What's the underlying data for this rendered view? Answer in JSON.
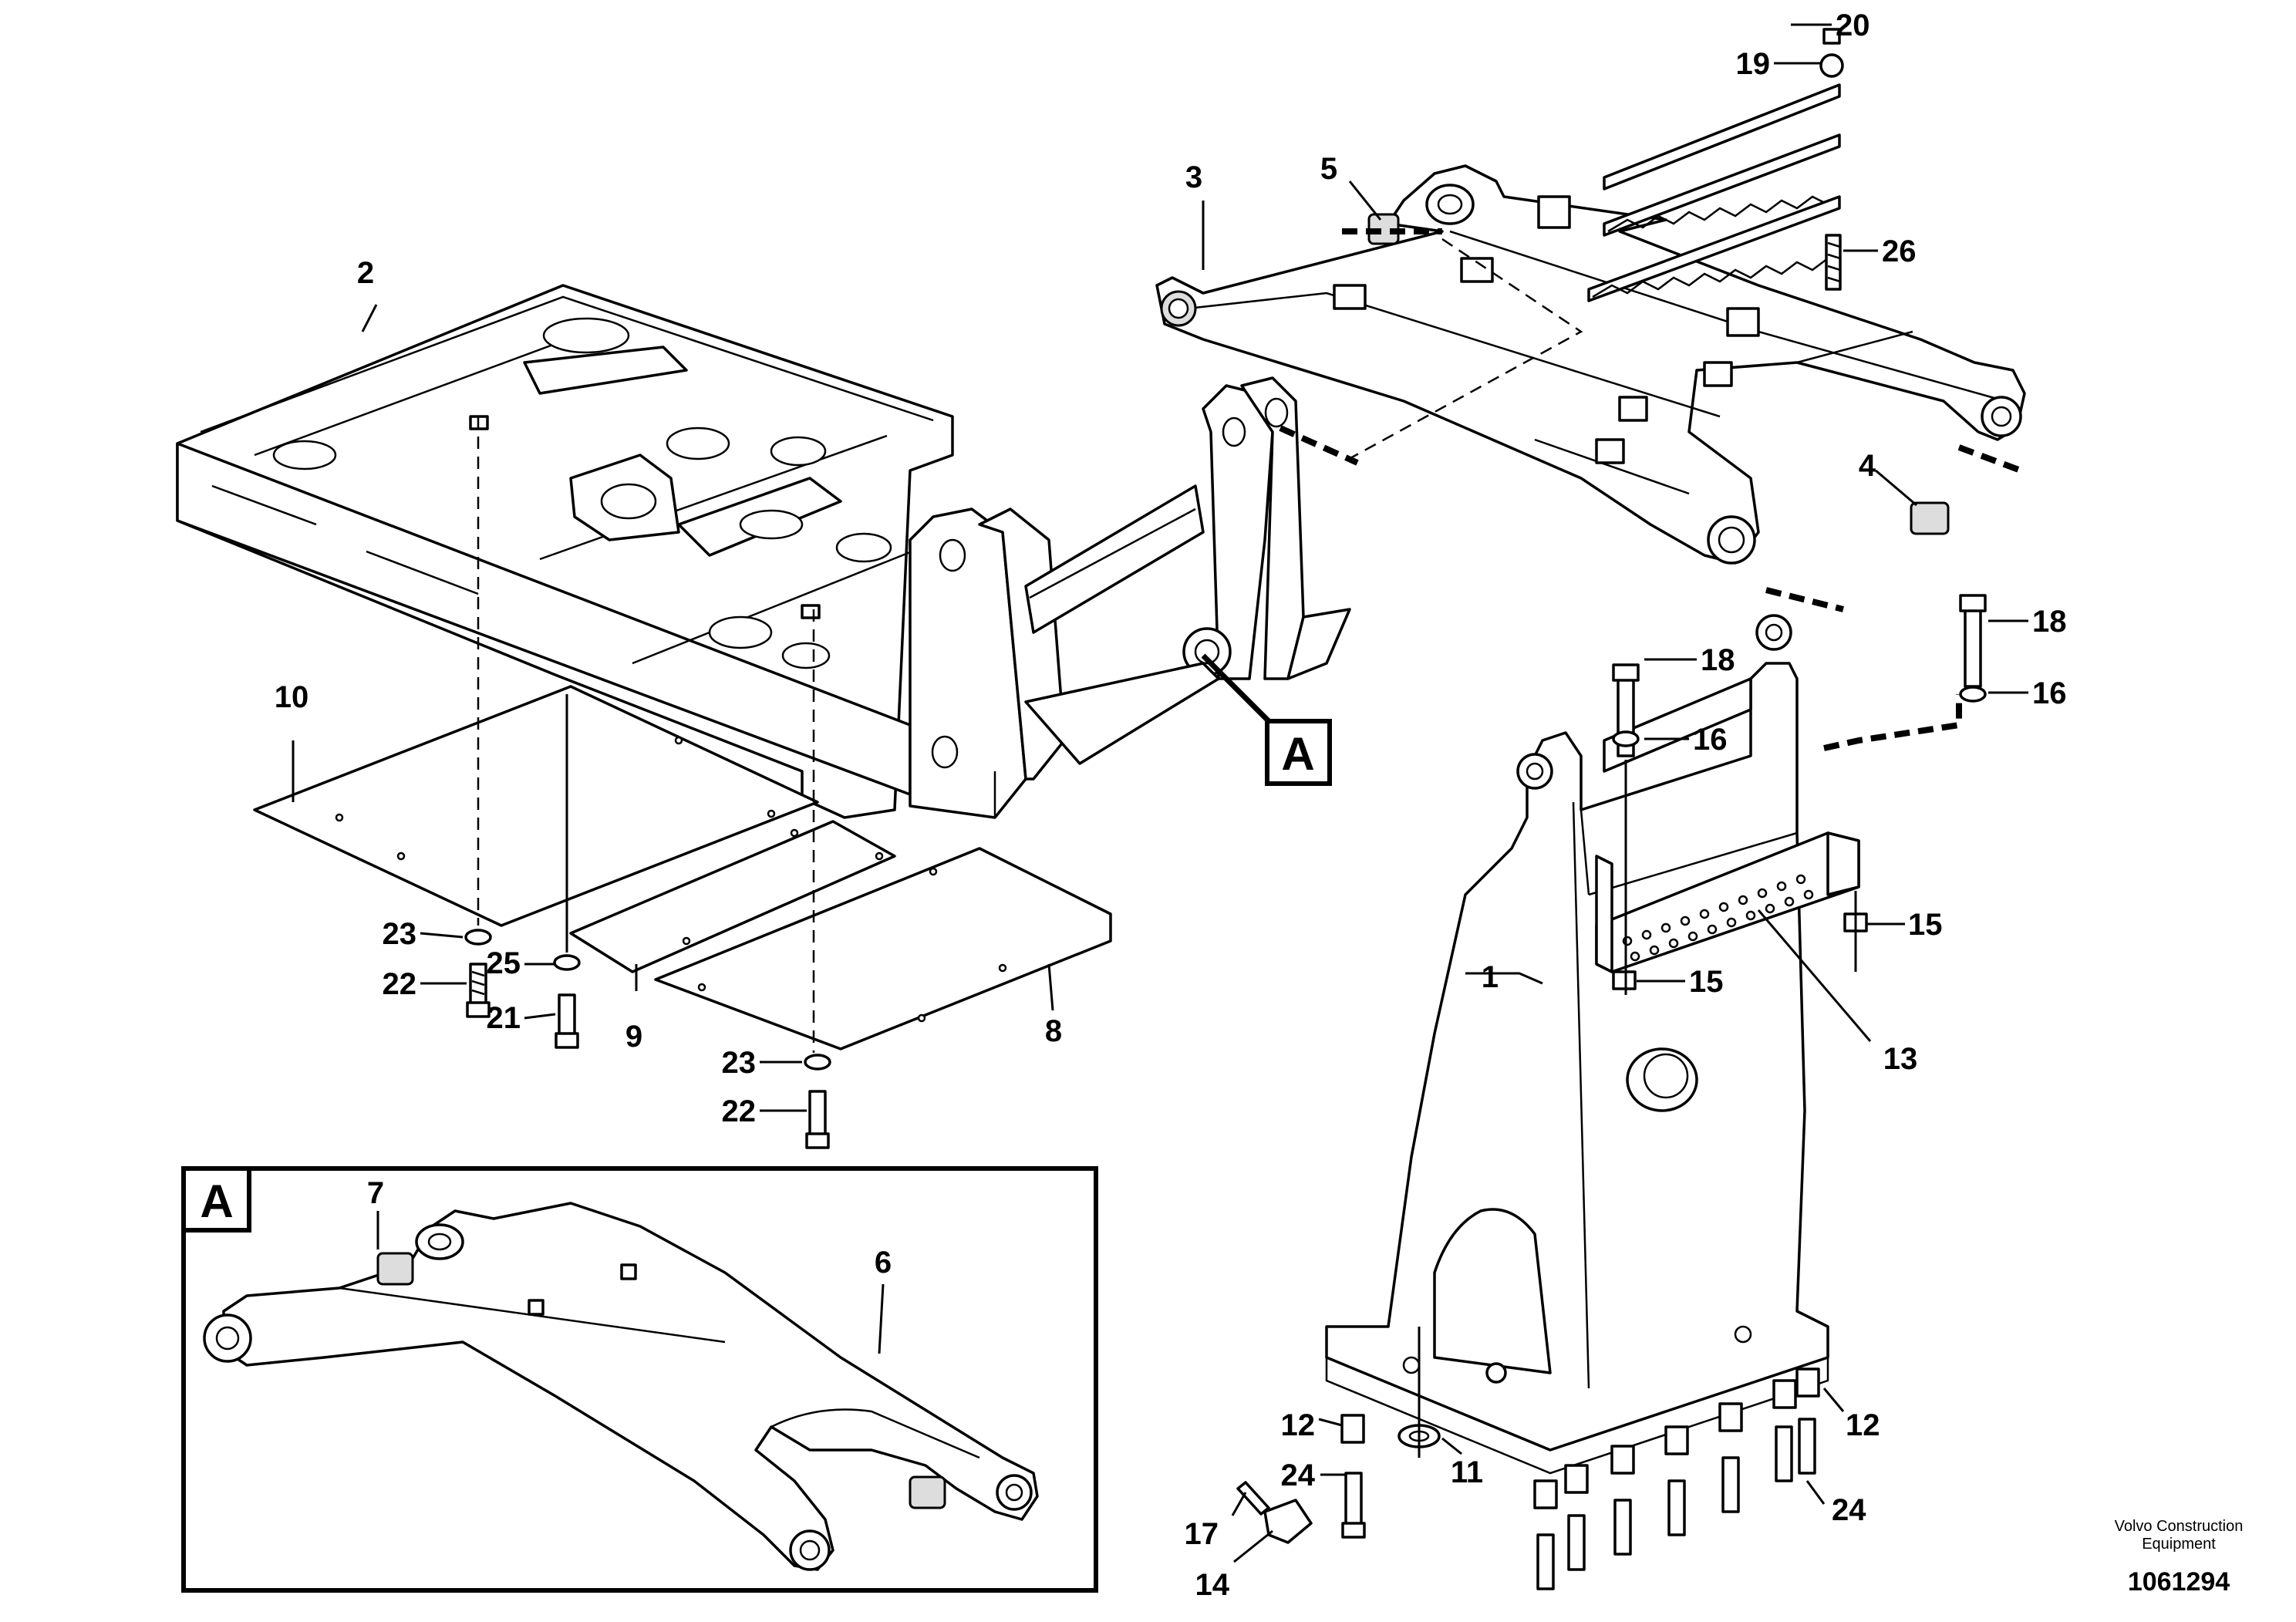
{
  "diagram": {
    "callouts": {
      "c1": "1",
      "c2": "2",
      "c3": "3",
      "c4": "4",
      "c5": "5",
      "c6": "6",
      "c7": "7",
      "c8": "8",
      "c9": "9",
      "c10": "10",
      "c11": "11",
      "c12a": "12",
      "c12b": "12",
      "c13": "13",
      "c14": "14",
      "c15a": "15",
      "c15b": "15",
      "c16a": "16",
      "c16b": "16",
      "c17": "17",
      "c18a": "18",
      "c18b": "18",
      "c19": "19",
      "c20": "20",
      "c21": "21",
      "c22a": "22",
      "c22b": "22",
      "c23a": "23",
      "c23b": "23",
      "c24a": "24",
      "c24b": "24",
      "c25": "25",
      "c26": "26"
    },
    "detail_marker": "A",
    "detail_inset_label": "A",
    "company_line1": "Volvo Construction",
    "company_line2": "Equipment",
    "doc_number": "1061294"
  }
}
